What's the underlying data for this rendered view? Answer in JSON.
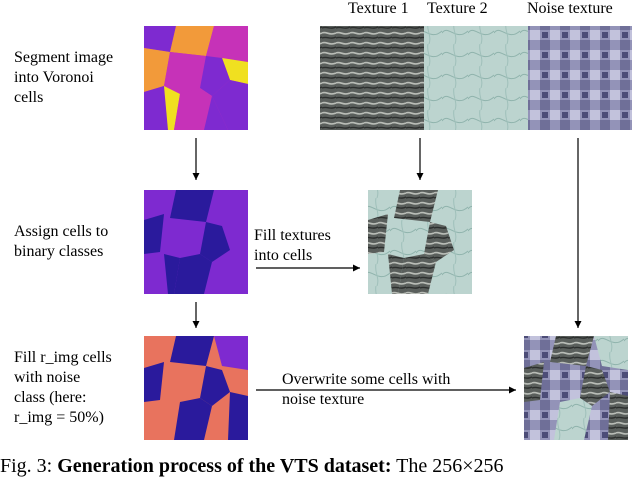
{
  "column_headers": {
    "texture1": "Texture 1",
    "texture2": "Texture 2",
    "noise": "Noise texture"
  },
  "steps": {
    "segment": "Segment image\ninto Voronoi\ncells",
    "assign": "Assign cells to\nbinary classes",
    "fill_noise": "Fill r_img cells\nwith noise\nclass (here:\nr_img = 50%)"
  },
  "arrow_labels": {
    "fill_textures": "Fill textures\ninto cells",
    "overwrite": "Overwrite some cells with\nnoise texture"
  },
  "caption": {
    "prefix": "Fig. 3:",
    "bold": "Generation process of the VTS dataset:",
    "rest": "The 256×256"
  },
  "colors": {
    "class_a": "#7e2ad0",
    "class_b": "#2a1a9c",
    "noise_class": "#e8735e",
    "voronoi_magenta": "#c632b8",
    "voronoi_yellow": "#f0e020",
    "voronoi_orange": "#f29a3a",
    "texture2_tint": "#b9d3cf",
    "noise_tint": "#8f8fb6"
  }
}
